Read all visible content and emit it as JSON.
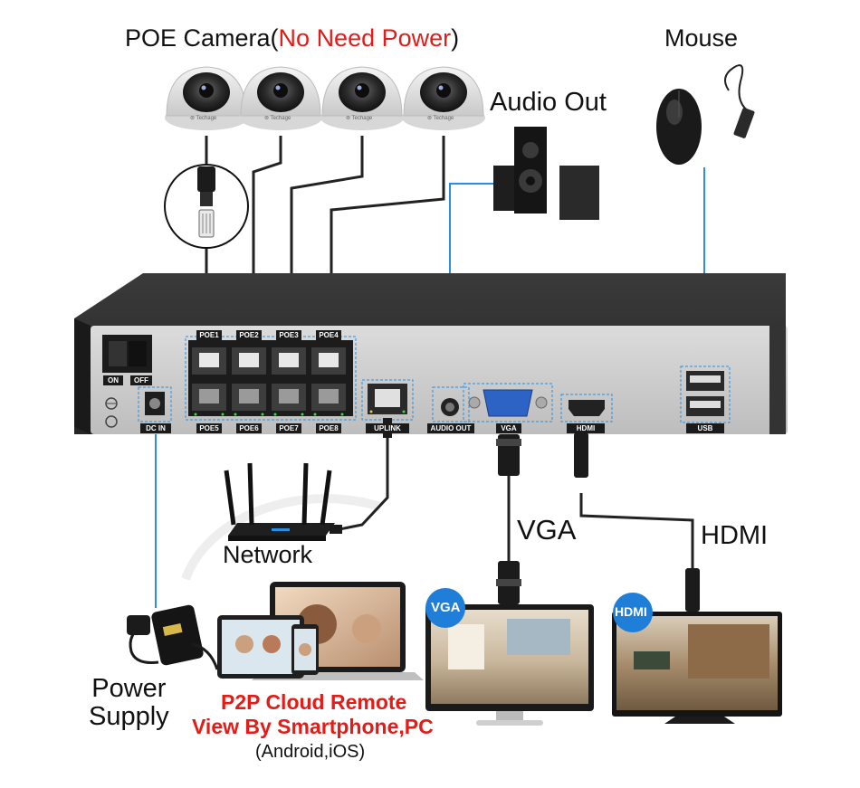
{
  "labels": {
    "poe_camera_prefix": "POE Camera(",
    "poe_camera_note": "No Need Power",
    "poe_camera_suffix": ")",
    "audio_out": "Audio Out",
    "mouse": "Mouse",
    "network": "Network",
    "vga": "VGA",
    "hdmi": "HDMI",
    "power_supply_line1": "Power",
    "power_supply_line2": "Supply",
    "p2p_line1": "P2P Cloud Remote",
    "p2p_line2": "View By Smartphone,PC",
    "p2p_line3": "(Android,iOS)"
  },
  "nvr_panel": {
    "switch_on": "ON",
    "switch_off": "OFF",
    "dc_in": "DC IN",
    "poe_top": [
      "POE1",
      "POE2",
      "POE3",
      "POE4"
    ],
    "poe_bottom": [
      "POE5",
      "POE6",
      "POE7",
      "POE8"
    ],
    "uplink": "UPLINK",
    "audio_out": "AUDIO OUT",
    "vga": "VGA",
    "hdmi": "HDMI",
    "usb": "USB"
  },
  "monitor_badges": {
    "vga": "VGA",
    "hdmi": "HDMI"
  },
  "camera_brand": "Techage",
  "colors": {
    "accent_red": "#e41b17",
    "cable_blue": "#2a8fe0",
    "badge_blue": "#1f7fd8",
    "panel_dark": "#2e2e2e"
  }
}
